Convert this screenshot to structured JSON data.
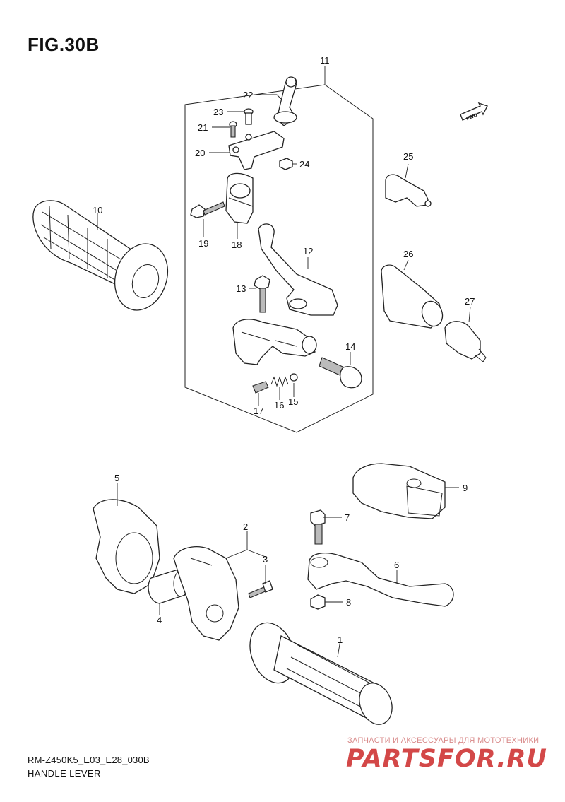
{
  "figure": {
    "title": "FIG.30B",
    "code": "RM-Z450K5_E03_E28_030B",
    "name": "HANDLE LEVER"
  },
  "direction_badge": "FWD",
  "callouts": {
    "p1": "1",
    "p2": "2",
    "p3": "3",
    "p4": "4",
    "p5": "5",
    "p6": "6",
    "p7": "7",
    "p8": "8",
    "p9": "9",
    "p10": "10",
    "p11": "11",
    "p12": "12",
    "p13": "13",
    "p14": "14",
    "p15": "15",
    "p16": "16",
    "p17": "17",
    "p18": "18",
    "p19": "19",
    "p20": "20",
    "p21": "21",
    "p22": "22",
    "p23": "23",
    "p24": "24",
    "p25": "25",
    "p26": "26",
    "p27": "27"
  },
  "watermark": {
    "tagline": "ЗАПЧАСТИ И АКСЕССУАРЫ ДЛЯ МОТОТЕХНИКИ",
    "logo": "PARTSFOR.RU"
  },
  "colors": {
    "line": "#222222",
    "watermark": "#d34848"
  }
}
